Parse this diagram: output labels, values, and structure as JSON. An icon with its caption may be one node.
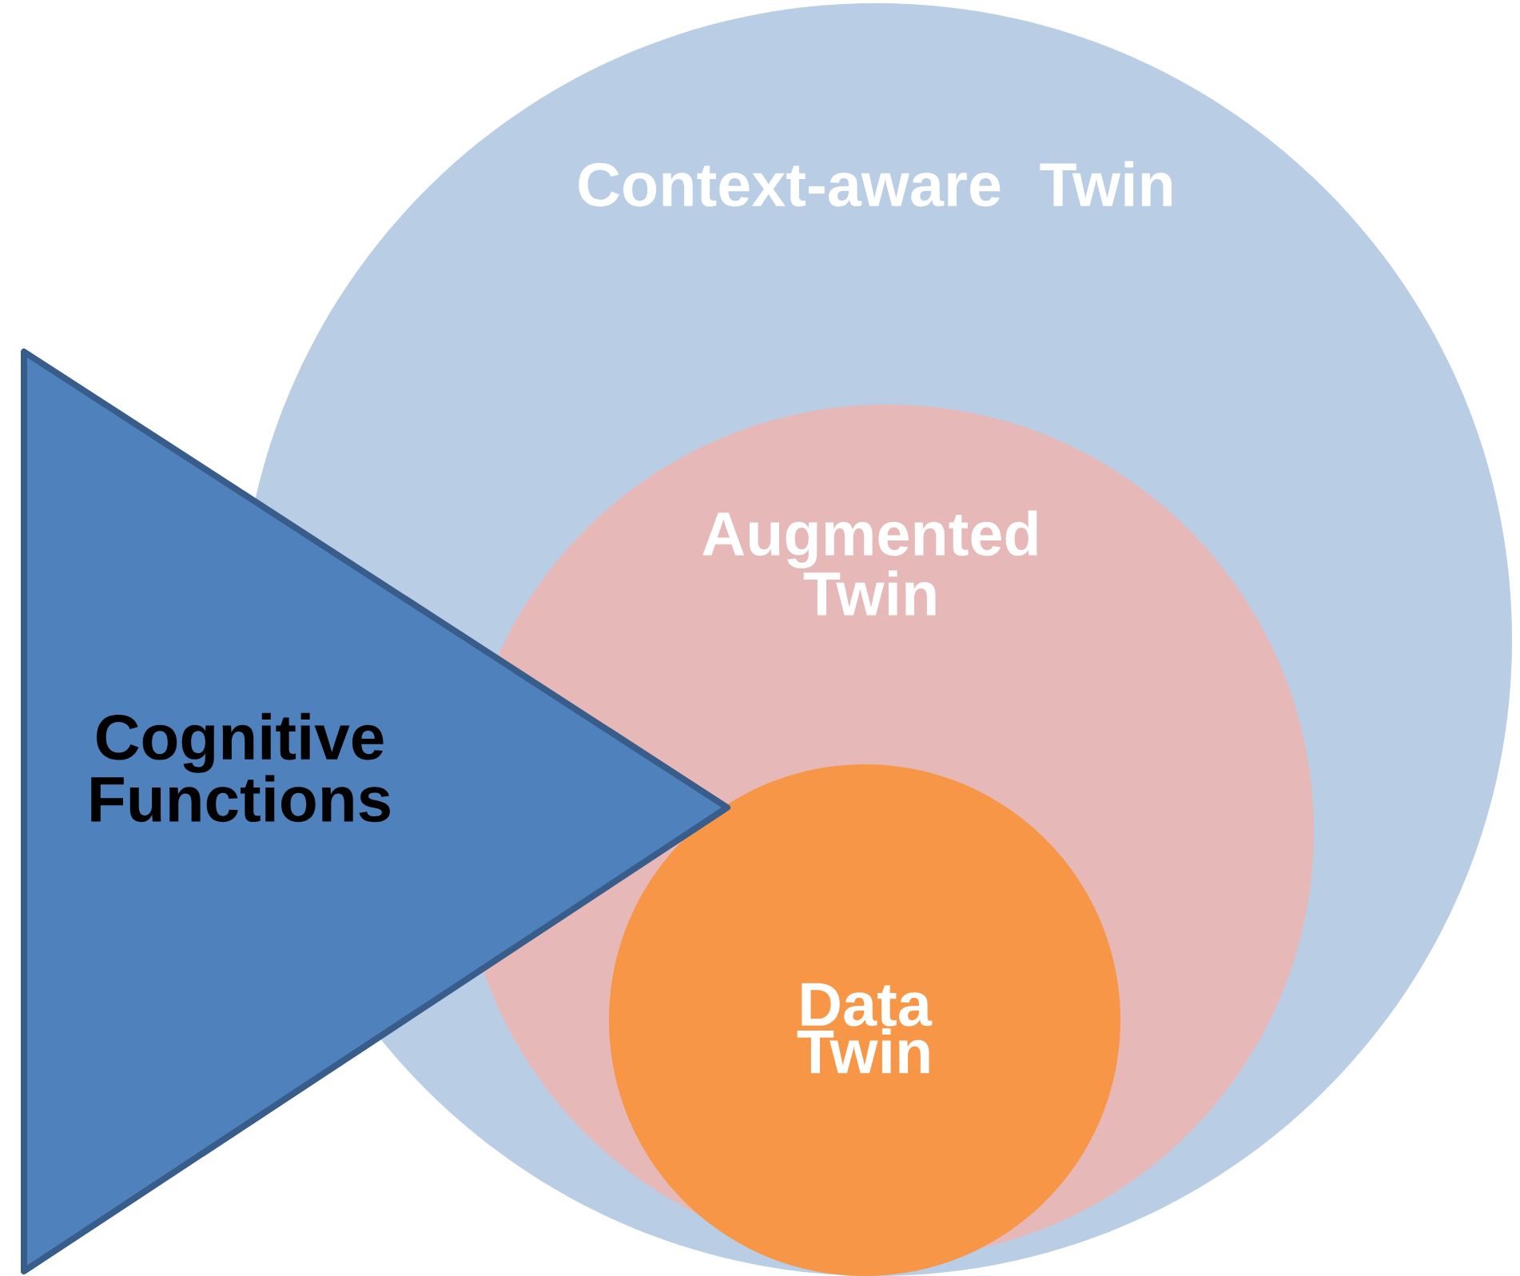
{
  "diagram": {
    "nodes": [
      {
        "text": [
          "Context-aware Twin"
        ]
      },
      {
        "text": [
          "Augmented Twin"
        ],
        "in": 0
      },
      {
        "text": [
          "Data Twin"
        ],
        "in": 1
      },
      {
        "text": [
          "Cognitive Functions"
        ]
      }
    ]
  }
}
